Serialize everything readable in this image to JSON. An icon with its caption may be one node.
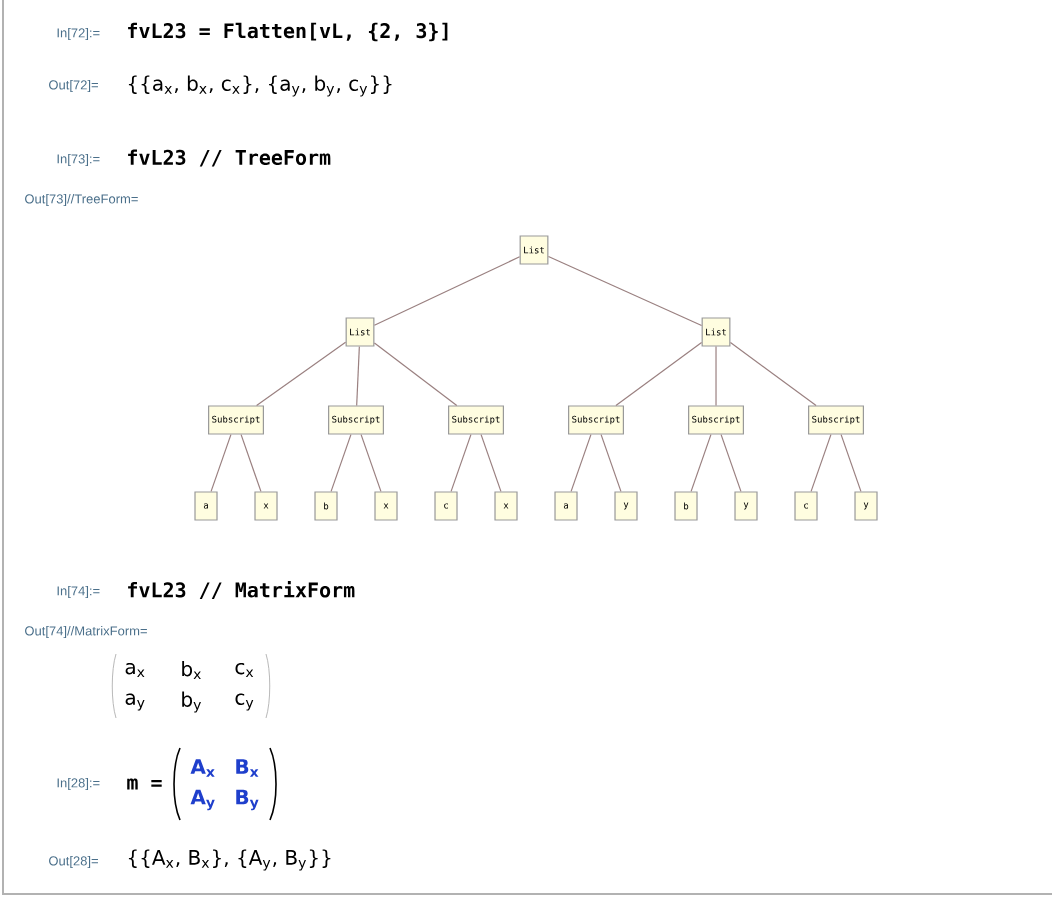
{
  "diagram": {
    "nodes": [
      {
        "text": [
          "List"
        ]
      },
      {
        "text": [
          "List"
        ]
      },
      {
        "text": [
          "List"
        ]
      },
      {
        "text": [
          "Subscript"
        ]
      },
      {
        "text": [
          "Subscript"
        ]
      },
      {
        "text": [
          "Subscript"
        ]
      },
      {
        "text": [
          "Subscript"
        ]
      },
      {
        "text": [
          "Subscript"
        ]
      },
      {
        "text": [
          "Subscript"
        ]
      },
      {
        "text": [
          "a"
        ]
      },
      {
        "text": [
          "x"
        ]
      },
      {
        "text": [
          "b"
        ]
      },
      {
        "text": [
          "x"
        ]
      },
      {
        "text": [
          "c"
        ]
      },
      {
        "text": [
          "x"
        ]
      },
      {
        "text": [
          "a"
        ]
      },
      {
        "text": [
          "y"
        ]
      },
      {
        "text": [
          "b"
        ]
      },
      {
        "text": [
          "y"
        ]
      },
      {
        "text": [
          "c"
        ]
      },
      {
        "text": [
          "y"
        ]
      }
    ],
    "edges": [
      {
        "from": 0,
        "to": 1,
        "arrow": "none"
      },
      {
        "from": 0,
        "to": 2,
        "arrow": "none"
      },
      {
        "from": 1,
        "to": 3,
        "arrow": "none"
      },
      {
        "from": 1,
        "to": 4,
        "arrow": "none"
      },
      {
        "from": 1,
        "to": 5,
        "arrow": "none"
      },
      {
        "from": 2,
        "to": 6,
        "arrow": "none"
      },
      {
        "from": 2,
        "to": 7,
        "arrow": "none"
      },
      {
        "from": 2,
        "to": 8,
        "arrow": "none"
      },
      {
        "from": 3,
        "to": 9,
        "arrow": "none"
      },
      {
        "from": 3,
        "to": 10,
        "arrow": "none"
      },
      {
        "from": 4,
        "to": 11,
        "arrow": "none"
      },
      {
        "from": 4,
        "to": 12,
        "arrow": "none"
      },
      {
        "from": 5,
        "to": 13,
        "arrow": "none"
      },
      {
        "from": 5,
        "to": 14,
        "arrow": "none"
      },
      {
        "from": 6,
        "to": 15,
        "arrow": "none"
      },
      {
        "from": 6,
        "to": 16,
        "arrow": "none"
      },
      {
        "from": 7,
        "to": 17,
        "arrow": "none"
      },
      {
        "from": 7,
        "to": 18,
        "arrow": "none"
      },
      {
        "from": 8,
        "to": 19,
        "arrow": "none"
      },
      {
        "from": 8,
        "to": 20,
        "arrow": "none"
      }
    ],
    "labels": [
      "In[72]:=",
      "fvL23 = Flatten[vL, {2, 3}]",
      "Out[72]=",
      "{{a$_{x}$, b$_{x}$, c$_{x}$}, {a$_{y}$, b$_{y}$, c$_{y}$}}",
      "In[73]:=",
      "fvL23 // TreeForm",
      "Out[73]//TreeForm=",
      "In[74]:=",
      "fvL23 // MatrixForm",
      "Out[74]//MatrixForm=",
      "a$_{x}$",
      "b$_{x}$",
      "c$_{x}$",
      "a$_{y}$",
      "b$_{y}$",
      "c$_{y}$",
      "In[28]:=",
      "m =",
      "A$_{x}$",
      "B$_{x}$",
      "A$_{y}$",
      "B$_{y}$",
      "Out[28]=",
      "{{A$_{x}$, B$_{x}$}, {A$_{y}$, B$_{y}$}}"
    ]
  }
}
